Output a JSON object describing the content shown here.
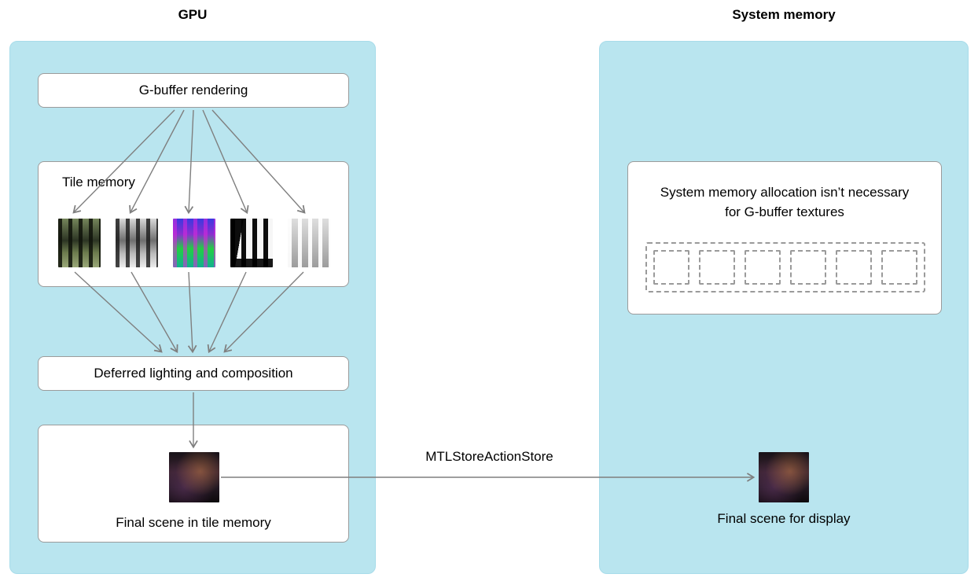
{
  "titles": {
    "gpu": "GPU",
    "system_memory": "System memory"
  },
  "gpu_panel": {
    "gbuffer_rendering": "G-buffer rendering",
    "tile_memory": "Tile memory",
    "gbuffer_textures": [
      "albedo-texture",
      "lighting-texture",
      "normals-texture",
      "shadow-texture",
      "depth-texture"
    ],
    "deferred_lighting": "Deferred lighting and composition",
    "final_scene_caption": "Final scene in tile memory"
  },
  "system_panel": {
    "note": "System memory allocation isn’t necessary for G-buffer textures",
    "placeholder_slots": 6,
    "final_scene_caption": "Final scene for display"
  },
  "transfer_arrow": {
    "label": "MTLStoreActionStore"
  },
  "colors": {
    "panel_fill": "#B9E5EF",
    "box_border": "#9B9B9B",
    "arrow": "#7F7F7F",
    "dashed_placeholder": "#9A9A9A"
  }
}
